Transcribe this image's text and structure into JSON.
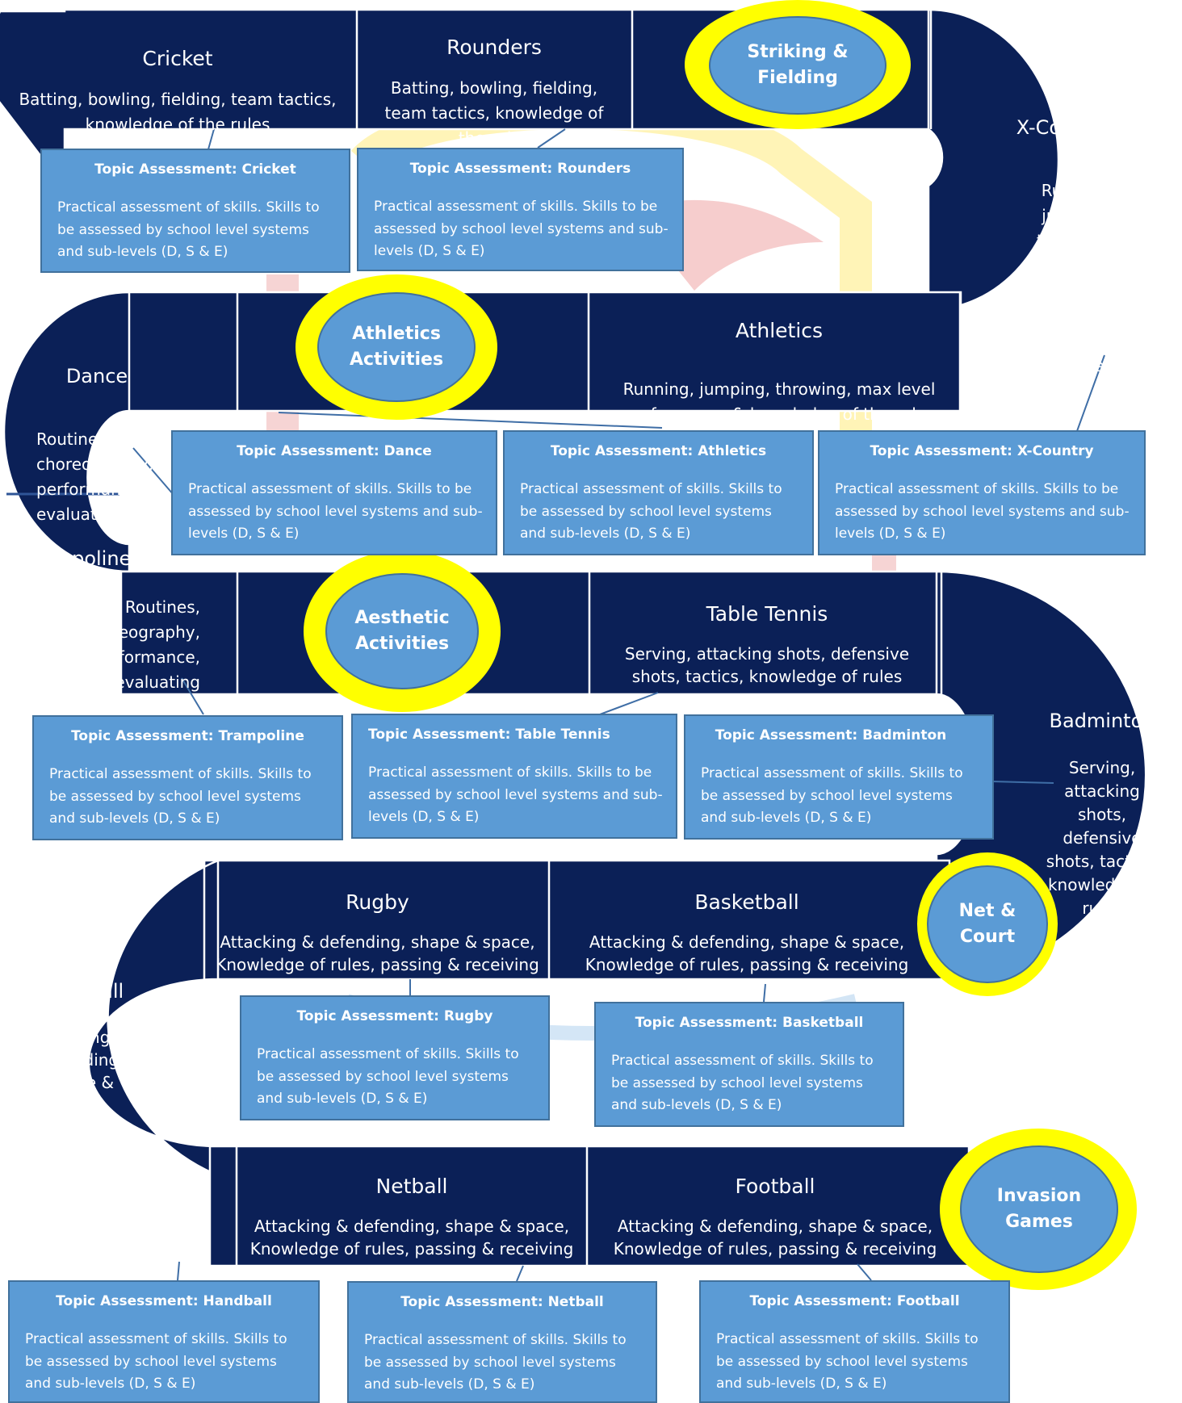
{
  "categories": {
    "striking": "Striking &\nFielding",
    "athletics": "Athletics\nActivities",
    "aesthetic": "Aesthetic\nActivities",
    "net": "Net &\nCourt",
    "invasion": "Invasion\nGames"
  },
  "activities": {
    "cricket": {
      "title": "Cricket",
      "desc": "Batting, bowling, fielding, team tactics,\nknowledge of the rules"
    },
    "rounders": {
      "title": "Rounders",
      "desc": "Batting, bowling, fielding,\nteam tactics, knowledge of\nthe rules"
    },
    "xcountry": {
      "title": "X-Country",
      "desc": "Running,\njumping,\nthrowing,\nmax level\nperformance\n& knowledge\nof the rules"
    },
    "athletics": {
      "title": "Athletics",
      "desc": "Running, jumping, throwing, max level\nperformance & knowledge of the rules"
    },
    "dance": {
      "title": "Dance",
      "desc": "Routines,\nchoreography,\nperformance\nevaluating"
    },
    "trampoline": {
      "title": "Trampoline",
      "desc": "Routines,\nchoreography,\nperformance,\nevaluating"
    },
    "tabletennis": {
      "title": "Table Tennis",
      "desc": "Serving, attacking shots, defensive\nshots, tactics, knowledge of rules"
    },
    "badminton": {
      "title": "Badminton",
      "desc": "Serving,\nattacking\nshots,\ndefensive\nshots, tactics,\nknowledge of\nrules"
    },
    "rugby": {
      "title": "Rugby",
      "desc": "Attacking & defending, shape & space,\nKnowledge of rules, passing & receiving"
    },
    "basketball": {
      "title": "Basketball",
      "desc": "Attacking & defending, shape & space,\nKnowledge of rules, passing & receiving"
    },
    "handball": {
      "title": "Handball",
      "desc": "Attacking &\ndefending,\nshape &\nspace,\nKnowledge\nof rules,\npassing &\nreceiving"
    },
    "netball": {
      "title": "Netball",
      "desc": "Attacking & defending, shape & space,\nKnowledge of rules, passing & receiving"
    },
    "football": {
      "title": "Football",
      "desc": "Attacking & defending, shape & space,\nKnowledge of rules, passing & receiving"
    }
  },
  "assessments": {
    "cricket": {
      "title": "Topic Assessment: Cricket",
      "body": "Practical assessment of skills. Skills to be assessed by school level systems and sub-levels (D, S & E)"
    },
    "rounders": {
      "title": "Topic Assessment: Rounders",
      "body": "Practical assessment of skills. Skills to be assessed by school level systems and sub-levels (D, S & E)"
    },
    "dance": {
      "title": "Topic Assessment: Dance",
      "body": "Practical assessment of skills. Skills to be assessed by school level systems and sub-levels (D, S & E)"
    },
    "athletics": {
      "title": "Topic Assessment: Athletics",
      "body": "Practical assessment of skills. Skills to be assessed by school level systems and sub-levels (D, S & E)"
    },
    "xcountry": {
      "title": "Topic Assessment: X-Country",
      "body": "Practical assessment of skills. Skills to be assessed by school level systems and sub-levels (D, S & E)"
    },
    "trampoline": {
      "title": "Topic Assessment: Trampoline",
      "body": "Practical assessment of skills. Skills to be assessed by school level systems and sub-levels (D, S & E)"
    },
    "tabletennis": {
      "title": "Topic Assessment: Table Tennis",
      "body": "Practical assessment of skills. Skills to be assessed by school level systems and sub-levels (D, S & E)"
    },
    "badminton": {
      "title": "Topic Assessment: Badminton",
      "body": "Practical assessment of skills. Skills to be assessed by school level systems and sub-levels (D, S & E)"
    },
    "rugby": {
      "title": "Topic Assessment: Rugby",
      "body": "Practical assessment of skills. Skills to be assessed by school level systems and sub-levels (D, S & E)"
    },
    "basketball": {
      "title": "Topic Assessment: Basketball",
      "body": "Practical assessment of skills. Skills to be assessed by school level systems and sub-levels (D, S & E)"
    },
    "handball": {
      "title": "Topic Assessment: Handball",
      "body": "Practical assessment of skills. Skills to be assessed by school level systems and sub-levels (D, S & E)"
    },
    "netball": {
      "title": "Topic Assessment: Netball",
      "body": "Practical assessment of skills. Skills to be assessed by school level systems and sub-levels (D, S & E)"
    },
    "football": {
      "title": "Topic Assessment: Football",
      "body": "Practical assessment of skills. Skills to be assessed by school level systems and sub-levels (D, S & E)"
    }
  },
  "colors": {
    "road": "#0b2057",
    "box": "#5b9bd5",
    "box_border": "#41719c",
    "ring": "#ffff00",
    "watermark_yellow": "#fff3b0",
    "watermark_red": "#f6c8c8",
    "watermark_blue": "#cfe3f5"
  }
}
